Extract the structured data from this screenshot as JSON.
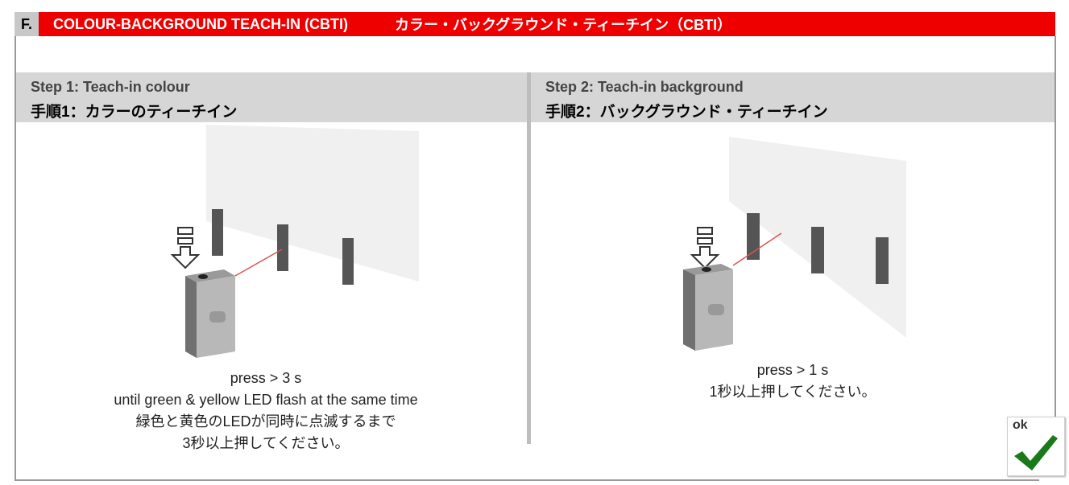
{
  "section": {
    "letter": "F.",
    "title_en": "COLOUR-BACKGROUND TEACH-IN (CBTI)",
    "title_jp": "カラー・バックグラウンド・ティーチイン（CBTI）"
  },
  "steps": [
    {
      "title_en": "Step 1: Teach-in colour",
      "title_jp": "手順1：カラーのティーチイン",
      "caption": [
        "press > 3 s",
        "until green & yellow LED flash at the same time",
        "緑色と黄色のLEDが同時に点滅するまで",
        "3秒以上押してください。"
      ]
    },
    {
      "title_en": "Step 2: Teach-in background",
      "title_jp": "手順2：バックグラウンド・ティーチイン",
      "caption": [
        "press > 1 s",
        "1秒以上押してください。"
      ]
    }
  ],
  "ok_badge": {
    "label": "ok",
    "icon": "checkmark-icon",
    "color": "#1a7a1a"
  },
  "colors": {
    "header": "#ee0000",
    "step_header": "#d6d6d6",
    "laser": "#d9534f"
  }
}
